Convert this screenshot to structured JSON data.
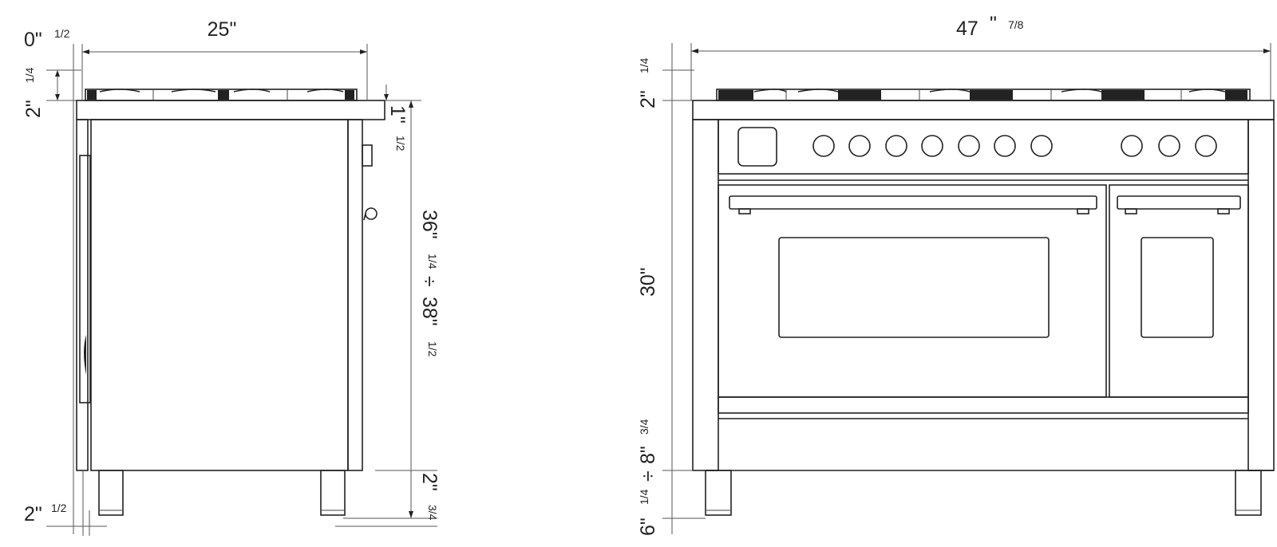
{
  "side_view": {
    "depth": "25\"",
    "top_offset_main": "0\"",
    "top_offset_frac": "1/2",
    "grate_height_main": "2\"",
    "grate_height_frac": "1/4",
    "top_thickness_main": "1\"",
    "top_thickness_frac": "1/2",
    "total_height_a_main": "36\"",
    "total_height_a_frac": "1/4",
    "total_height_sep": "÷",
    "total_height_b_main": "38\"",
    "total_height_b_frac": "1/2",
    "bottom_left_main": "2\"",
    "bottom_left_frac": "1/2",
    "foot_height_main": "2\"",
    "foot_height_frac": "3/4"
  },
  "front_view": {
    "width_main": "47",
    "width_unit": "\"",
    "width_frac": "7/8",
    "grate_height_main": "2\"",
    "grate_height_frac": "1/4",
    "body_height": "30\"",
    "leg_range_a_main": "6\"",
    "leg_range_a_frac": "1/4",
    "leg_range_sep": "÷",
    "leg_range_b_main": "8\"",
    "leg_range_b_frac": "3/4"
  }
}
